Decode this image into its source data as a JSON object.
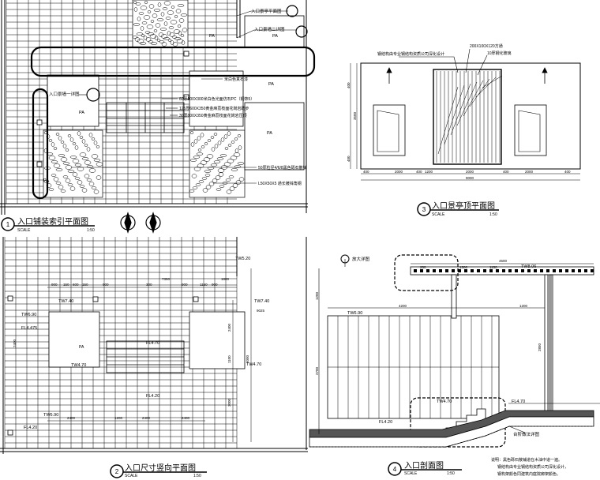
{
  "plan1": {
    "number": "1",
    "title": "入口铺装索引平面图",
    "scale_label": "SCALE",
    "scale_value": "1:50",
    "callouts": [
      "入口景亭平面图",
      "入口景墙二详图",
      "入口景墙一详图"
    ],
    "pa_labels": [
      "PA",
      "PA",
      "PA",
      "PA",
      "PA",
      "PA"
    ],
    "notes": [
      "米白色真石漆",
      "60厚600X300米白色光面仿石PC（铜饰5）",
      "125厚600X350黄金麻荔枝面花岗岩踏步",
      "30厚600X350黄金麻荔枝面花岗岩压顶",
      "50厚粒径4/6/8黑色砾石散铺",
      "L50X50X5 通长镀锌角钢"
    ]
  },
  "plan2": {
    "number": "2",
    "title": "入口尺寸竖向平面图",
    "scale_label": "SCALE",
    "scale_value": "1:50",
    "levels": [
      "TW5.20",
      "TW7.40",
      "TW7.40",
      "FL4.475",
      "TW6.90",
      "FL4.70",
      "TW4.70",
      "TW4.70",
      "FL4.20",
      "TW6.90",
      "FL4.20"
    ],
    "dims_top": [
      "900",
      "150",
      "600",
      "150",
      "900",
      "300",
      "900",
      "1150",
      "900",
      "7350",
      "1800"
    ],
    "dims_bottom": [
      "2400",
      "1200",
      "2400",
      "2400"
    ],
    "dims_side": [
      "2400",
      "1100",
      "3000",
      "6000",
      "9025",
      "2400"
    ],
    "pa_label": "PA"
  },
  "plan3": {
    "number": "3",
    "title": "入口景亭顶平面图",
    "scale_label": "SCALE",
    "scale_value": "1:50",
    "note_left": "钢结构由专业钢结构资质公司深化设计",
    "note_right1": "200X100X120方通",
    "note_right2": "10厚钢化玻璃",
    "dims": [
      "400",
      "2000",
      "400",
      "1200",
      "2000",
      "400",
      "2000",
      "400"
    ],
    "total": "9000",
    "side_dims": [
      "400",
      "3500",
      "400"
    ]
  },
  "section4": {
    "number": "4",
    "title": "入口剖面图",
    "scale_label": "SCALE",
    "scale_value": "1:50",
    "callout_top": "放大详图",
    "callout_bottom": "台阶做法详图",
    "levels": [
      "TW8.06",
      "TW6.90",
      "TW4.70",
      "FL4.70",
      "FL4.20"
    ],
    "dims": [
      "4500",
      "4200",
      "1200",
      "1500",
      "1150",
      "2850",
      "1200",
      "2700",
      "250"
    ],
    "notes": [
      "说明：黑色砾石散铺道在木油中道一遍。",
      "钢结构由专业钢结构资质公司深化设计，",
      "钢构架颜色同建筑内庭院廊架颜色。"
    ]
  }
}
